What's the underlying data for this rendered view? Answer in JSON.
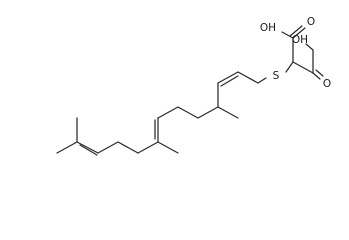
{
  "structure": {
    "atoms": {
      "s": "S",
      "oh_top": "OH",
      "o_top": "O",
      "oh_right": "OH",
      "o_right": "O"
    },
    "colors": {
      "bond": "#2b2b2b",
      "label": "#1a1a1a",
      "background": "#ffffff"
    }
  }
}
